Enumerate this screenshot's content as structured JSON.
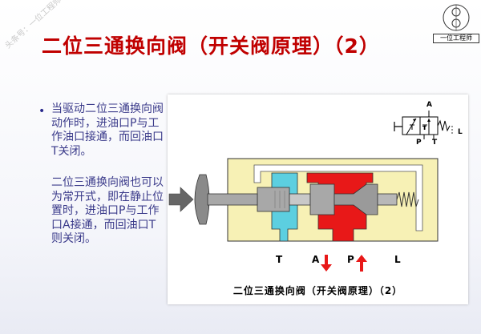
{
  "title": "二位三通换向阀（开关阀原理）（2）",
  "watermark": "头条号：一位工程师",
  "logo_caption": "一位工程师",
  "bullets": [
    "当驱动二位三通换向阀动作时，进油口P与工作油口接通，而回油口T关闭。",
    "二位三通换向阀也可以为常开式，即在静止位置时，进油口P与工作口A接通，而回油口T则关闭。"
  ],
  "diagram": {
    "symbol_labels": {
      "a": "A",
      "p": "P",
      "t": "T",
      "t2": "T",
      "l": "L"
    },
    "port_labels": {
      "t": "T",
      "a": "A",
      "p": "P",
      "l": "L"
    },
    "caption": "二位三通换向阀（开关阀原理）（2）",
    "colors": {
      "body": "#f7f1b5",
      "pressure": "#e81818",
      "return": "#5ccfe0",
      "spool": "#a8a8a8",
      "arrow": "#e81818"
    }
  }
}
